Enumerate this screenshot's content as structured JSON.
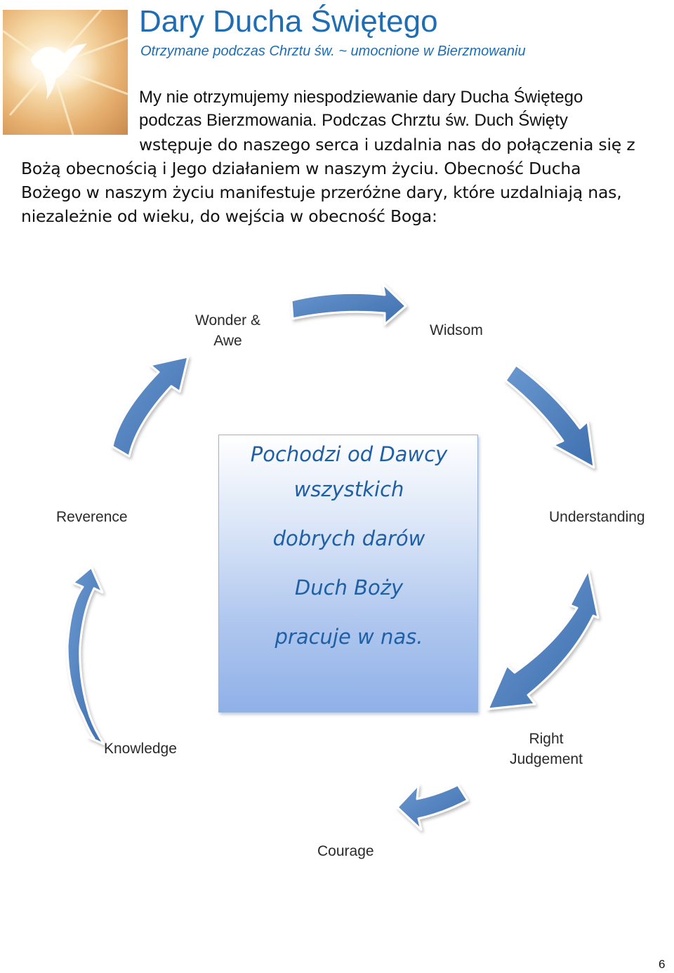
{
  "title": "Dary Ducha Świętego",
  "subtitle": "Otrzymane podczas Chrztu św. ~ umocnione w Bierzmowaniu",
  "intro_lines": [
    "My nie otrzymujemy niespodziewanie dary Ducha Świętego",
    "podczas Bierzmowania. Podczas Chrztu św. Duch Święty"
  ],
  "body_lines": [
    "wstępuje do naszego serca i uzdalnia nas do połączenia się z",
    "Bożą obecnością i Jego działaniem w naszym życiu. Obecność Ducha",
    "Bożego w naszym życiu manifestuje przeróżne dary, które uzdalniają nas,",
    "niezależnie od wieku, do wejścia w obecność Boga:"
  ],
  "diagram": {
    "gifts": [
      {
        "line1": "Wonder &",
        "line2": "Awe"
      },
      {
        "line1": "Widsom"
      },
      {
        "line1": "Understanding"
      },
      {
        "line1": "Right",
        "line2": "Judgement"
      },
      {
        "line1": "Courage"
      },
      {
        "line1": "Knowledge"
      },
      {
        "line1": "Reverence"
      }
    ],
    "center_lines": [
      "Pochodzi od Dawcy",
      "wszystkich",
      "dobrych darów",
      "Duch Boży",
      "pracuje w nas."
    ],
    "arrow_color": "#4f81bd"
  },
  "page_number": "6"
}
